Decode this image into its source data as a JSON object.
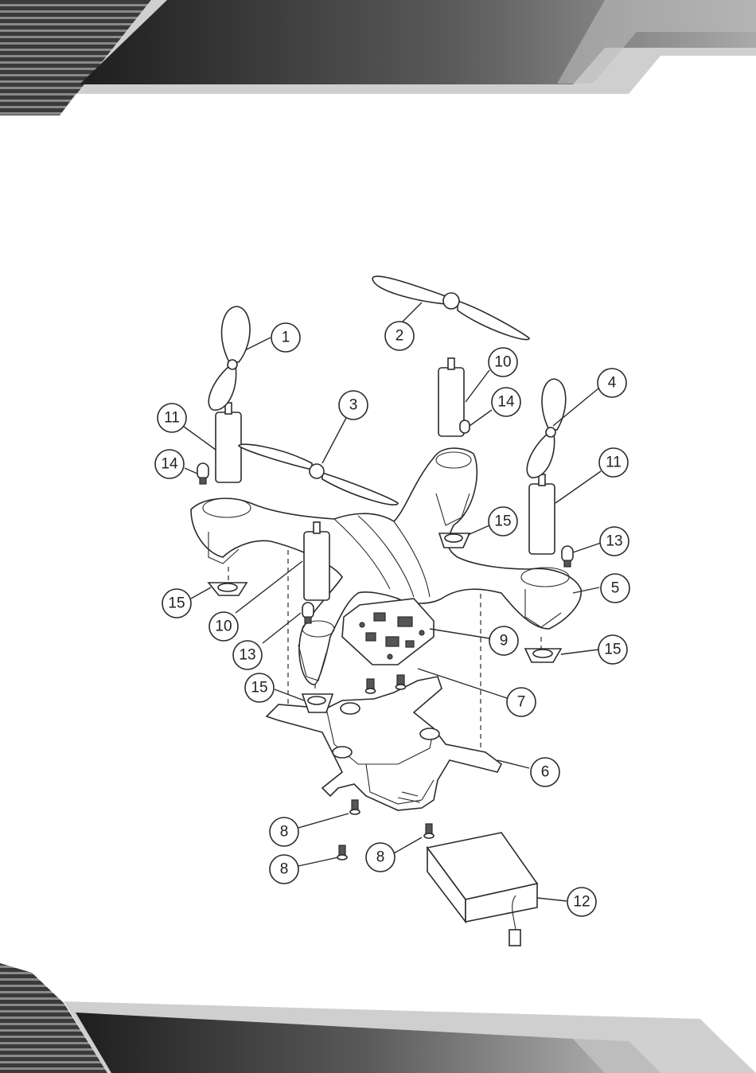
{
  "callouts": [
    {
      "id": "c1",
      "label": "1"
    },
    {
      "id": "c2",
      "label": "2"
    },
    {
      "id": "c3",
      "label": "3"
    },
    {
      "id": "c4",
      "label": "4"
    },
    {
      "id": "c5",
      "label": "5"
    },
    {
      "id": "c6",
      "label": "6"
    },
    {
      "id": "c7",
      "label": "7"
    },
    {
      "id": "c8a",
      "label": "8"
    },
    {
      "id": "c8b",
      "label": "8"
    },
    {
      "id": "c8c",
      "label": "8"
    },
    {
      "id": "c9",
      "label": "9"
    },
    {
      "id": "c10a",
      "label": "10"
    },
    {
      "id": "c10b",
      "label": "10"
    },
    {
      "id": "c11a",
      "label": "11"
    },
    {
      "id": "c11b",
      "label": "11"
    },
    {
      "id": "c12",
      "label": "12"
    },
    {
      "id": "c13a",
      "label": "13"
    },
    {
      "id": "c13b",
      "label": "13"
    },
    {
      "id": "c14a",
      "label": "14"
    },
    {
      "id": "c14b",
      "label": "14"
    },
    {
      "id": "c15a",
      "label": "15"
    },
    {
      "id": "c15b",
      "label": "15"
    },
    {
      "id": "c15c",
      "label": "15"
    },
    {
      "id": "c15d",
      "label": "15"
    }
  ]
}
